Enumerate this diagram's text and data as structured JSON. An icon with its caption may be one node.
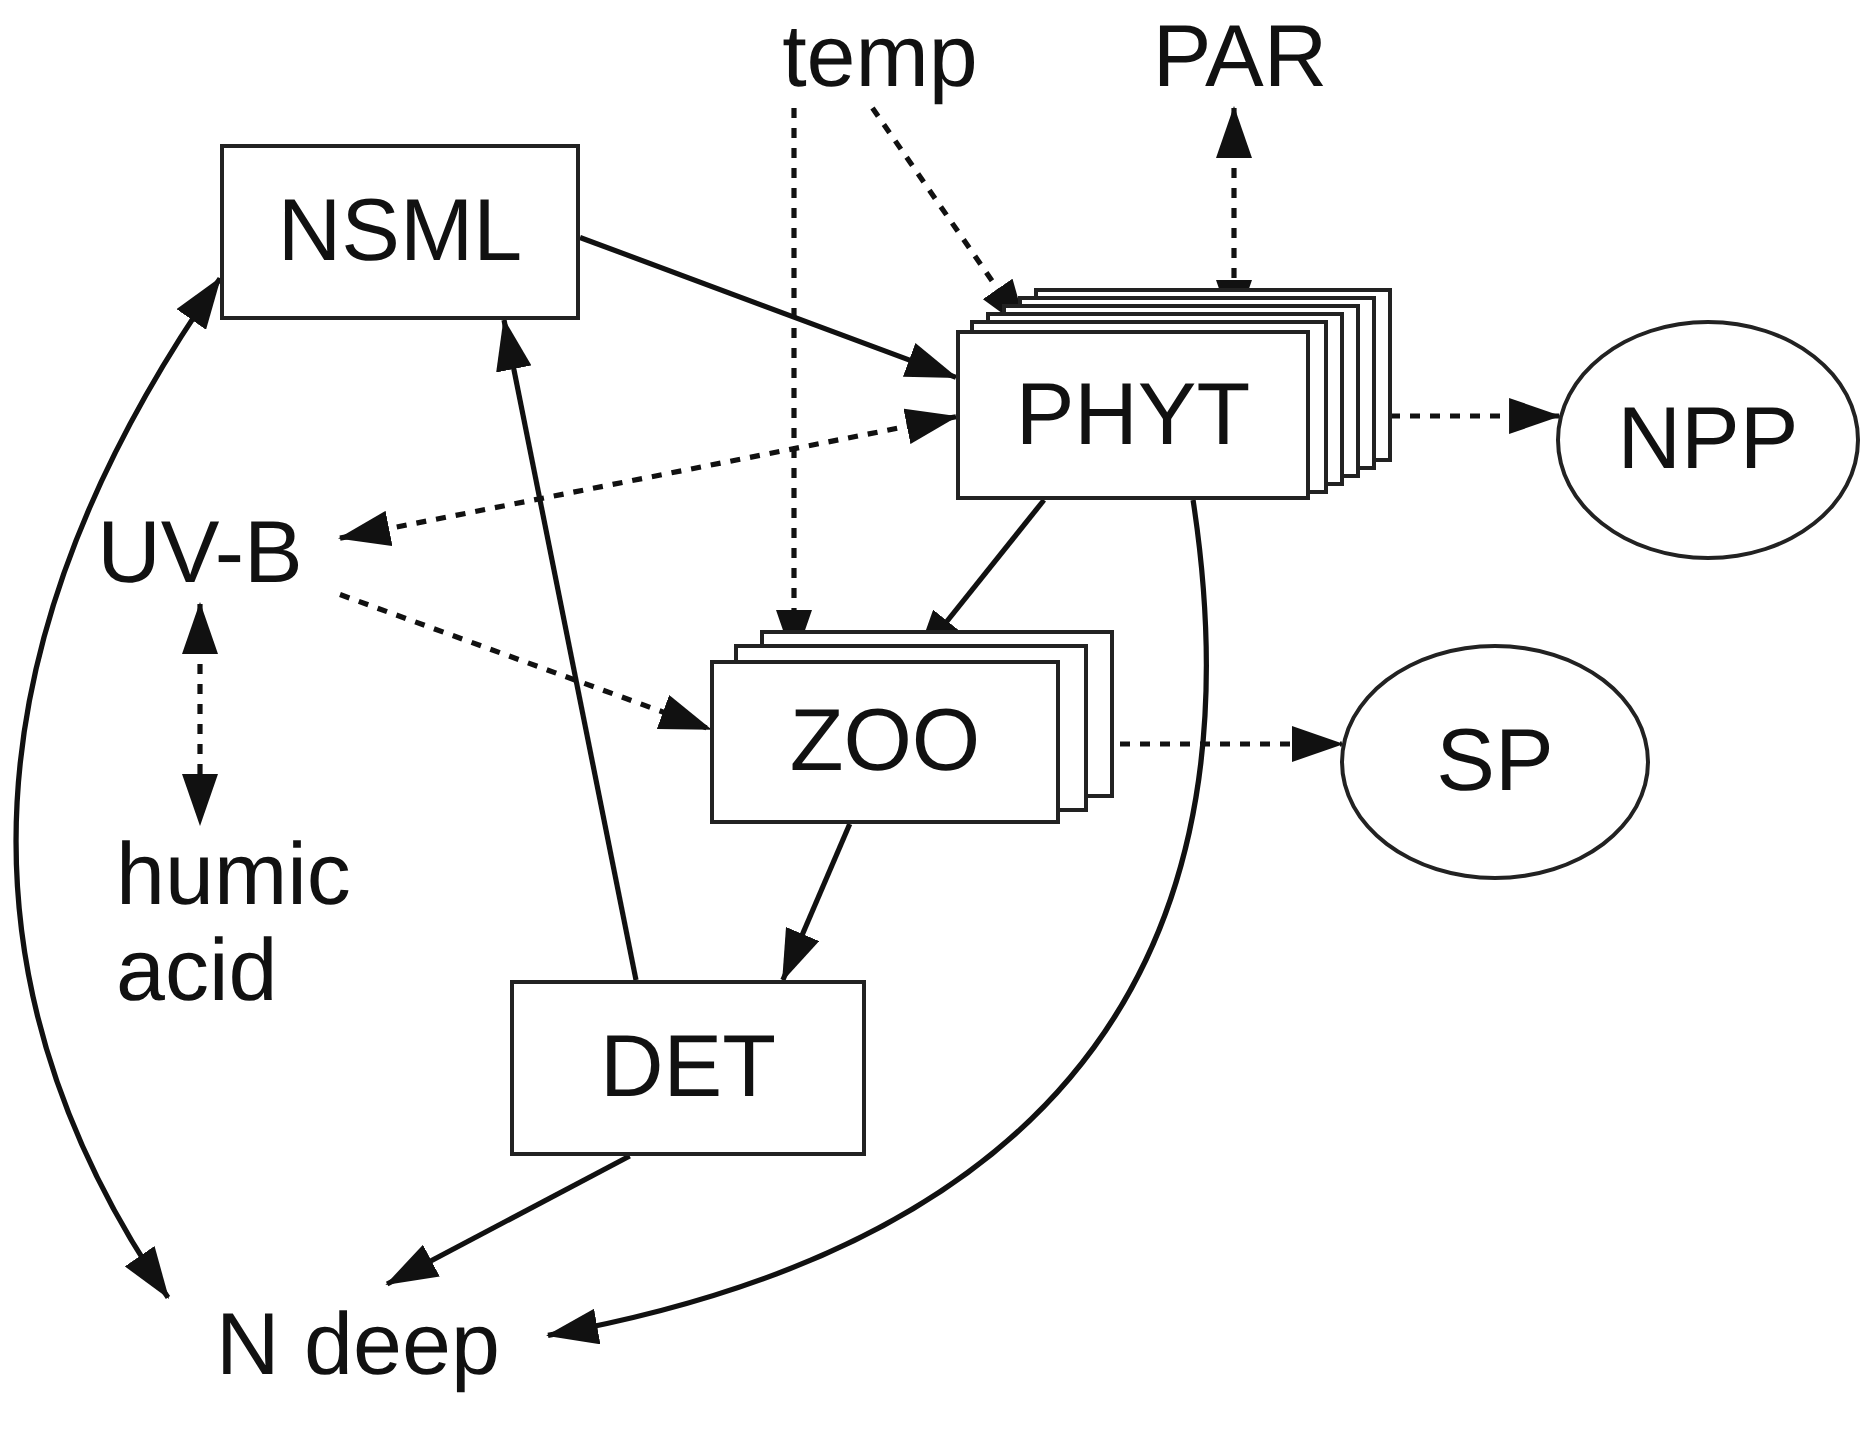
{
  "diagram": {
    "nodes": [
      {
        "text": [
          "NSML"
        ]
      },
      {
        "text": [
          "temp"
        ]
      },
      {
        "text": [
          "PAR"
        ]
      },
      {
        "text": [
          "PHYT"
        ]
      },
      {
        "text": [
          "NPP"
        ]
      },
      {
        "text": [
          "UV-B"
        ]
      },
      {
        "text": [
          "ZOO"
        ]
      },
      {
        "text": [
          "SP"
        ]
      },
      {
        "text": [
          "humic acid"
        ]
      },
      {
        "text": [
          "DET"
        ]
      },
      {
        "text": [
          "N deep"
        ]
      }
    ],
    "edges": [
      {
        "from": 0,
        "to": 3,
        "arrow": "to"
      },
      {
        "from": 1,
        "to": 3,
        "arrow": "to",
        "style": "dashed"
      },
      {
        "from": 1,
        "to": 6,
        "arrow": "to",
        "style": "dashed"
      },
      {
        "from": 2,
        "to": 3,
        "arrow": "both",
        "style": "dashed"
      },
      {
        "from": 3,
        "to": 5,
        "arrow": "both",
        "style": "dashed"
      },
      {
        "from": 3,
        "to": 4,
        "arrow": "to",
        "style": "dashed"
      },
      {
        "from": 3,
        "to": 6,
        "arrow": "to"
      },
      {
        "from": 5,
        "to": 6,
        "arrow": "to",
        "style": "dashed"
      },
      {
        "from": 5,
        "to": 8,
        "arrow": "both",
        "style": "dashed"
      },
      {
        "from": 6,
        "to": 7,
        "arrow": "to",
        "style": "dashed"
      },
      {
        "from": 6,
        "to": 9,
        "arrow": "to"
      },
      {
        "from": 9,
        "to": 0,
        "arrow": "to"
      },
      {
        "from": 9,
        "to": 10,
        "arrow": "to"
      },
      {
        "from": 3,
        "to": 10,
        "arrow": "to"
      },
      {
        "from": 0,
        "to": 10,
        "arrow": "both"
      }
    ]
  }
}
